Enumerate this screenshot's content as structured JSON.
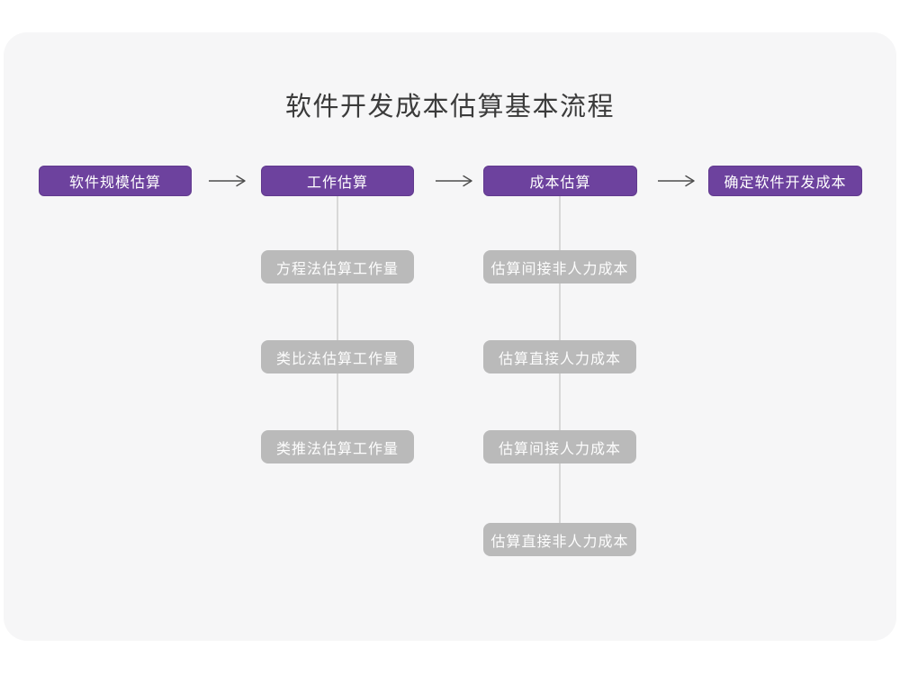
{
  "title": "软件开发成本估算基本流程",
  "flow": {
    "stages": [
      {
        "label": "软件规模估算"
      },
      {
        "label": "工作估算"
      },
      {
        "label": "成本估算"
      },
      {
        "label": "确定软件开发成本"
      }
    ],
    "work_methods": [
      "方程法估算工作量",
      "类比法估算工作量",
      "类推法估算工作量"
    ],
    "cost_items": [
      "估算间接非人力成本",
      "估算直接人力成本",
      "估算间接人力成本",
      "估算直接非人力成本"
    ]
  },
  "colors": {
    "stage_box": "#6d429e",
    "sub_box": "#bababa",
    "connector_line": "#d8d8d8",
    "arrow": "#4d4d4d",
    "card_background": "#f6f6f7",
    "title_text": "#3b3b3b"
  }
}
